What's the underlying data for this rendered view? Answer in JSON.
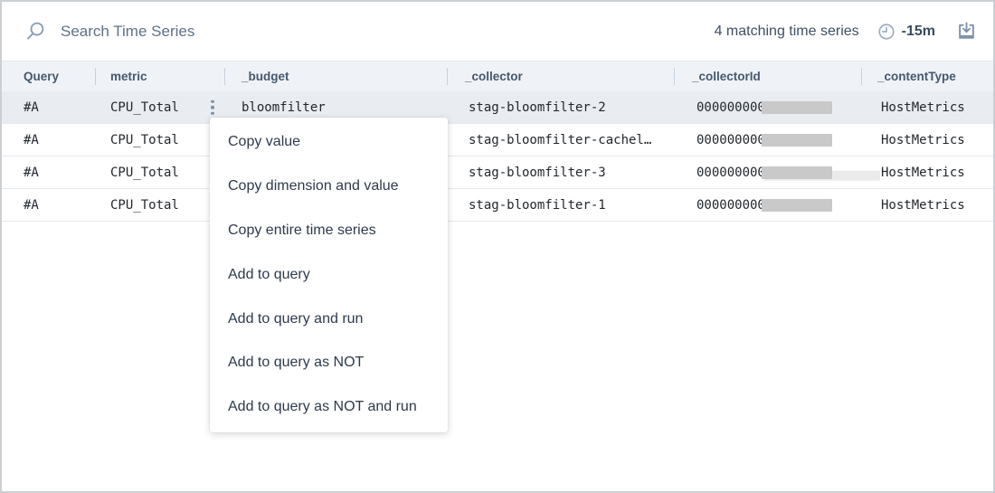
{
  "toolbar": {
    "search_placeholder": "Search Time Series",
    "matching_count": "4 matching time series",
    "time_range": "-15m"
  },
  "table": {
    "headers": [
      "Query",
      "metric",
      "_budget",
      "_collector",
      "_collectorId",
      "_contentType"
    ],
    "rows": [
      {
        "query": "#A",
        "metric": "CPU_Total",
        "budget": "bloomfilter",
        "collector": "stag-bloomfilter-2",
        "collector_id": "0000000000",
        "content_type": "HostMetrics"
      },
      {
        "query": "#A",
        "metric": "CPU_Total",
        "budget": "",
        "collector": "stag-bloomfilter-cachel…",
        "collector_id": "0000000000",
        "content_type": "HostMetrics"
      },
      {
        "query": "#A",
        "metric": "CPU_Total",
        "budget": "",
        "collector": "stag-bloomfilter-3",
        "collector_id": "0000000000",
        "content_type": "HostMetrics"
      },
      {
        "query": "#A",
        "metric": "CPU_Total",
        "budget": "",
        "collector": "stag-bloomfilter-1",
        "collector_id": "0000000000",
        "content_type": "HostMetrics"
      }
    ]
  },
  "context_menu": {
    "items": [
      "Copy value",
      "Copy dimension and value",
      "Copy entire time series",
      "Add to query",
      "Add to query and run",
      "Add to query as NOT",
      "Add to query as NOT and run"
    ]
  },
  "icons": {
    "search": "magnifying-glass",
    "clock": "clock-face",
    "download": "download-tray",
    "kebab": "vertical-three-dots"
  },
  "colors": {
    "header_bg": "#eff3f7",
    "selected_row_bg": "#e9edf2",
    "slate_text": "#46586d",
    "mono_text": "#22272c",
    "icon_blue_gray": "#8ba0b6",
    "redaction_gray": "#c9c9c9"
  }
}
